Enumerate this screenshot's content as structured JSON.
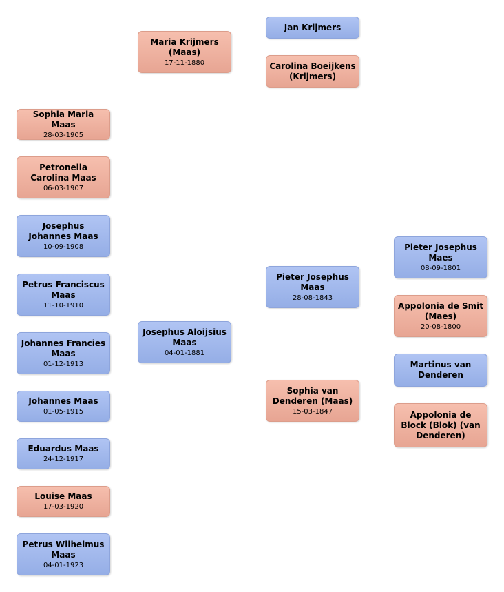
{
  "colors": {
    "male": "#a4baee",
    "female": "#f0b4a3",
    "background": "#ffffff"
  },
  "children": [
    {
      "name": "Sophia Maria Maas",
      "date": "28-03-1905",
      "gender": "female"
    },
    {
      "name": "Petronella Carolina Maas",
      "date": "06-03-1907",
      "gender": "female"
    },
    {
      "name": "Josephus Johannes Maas",
      "date": "10-09-1908",
      "gender": "male"
    },
    {
      "name": "Petrus Franciscus Maas",
      "date": "11-10-1910",
      "gender": "male"
    },
    {
      "name": "Johannes Francies Maas",
      "date": "01-12-1913",
      "gender": "male"
    },
    {
      "name": "Johannes Maas",
      "date": "01-05-1915",
      "gender": "male"
    },
    {
      "name": "Eduardus Maas",
      "date": "24-12-1917",
      "gender": "male"
    },
    {
      "name": "Louise Maas",
      "date": "17-03-1920",
      "gender": "female"
    },
    {
      "name": "Petrus Wilhelmus Maas",
      "date": "04-01-1923",
      "gender": "male"
    }
  ],
  "parents": [
    {
      "name": "Maria Krijmers (Maas)",
      "date": "17-11-1880",
      "gender": "female"
    },
    {
      "name": "Josephus Aloijsius Maas",
      "date": "04-01-1881",
      "gender": "male"
    }
  ],
  "grandparents": [
    {
      "name": "Jan Krijmers",
      "date": "",
      "gender": "male"
    },
    {
      "name": "Carolina Boeijkens (Krijmers)",
      "date": "",
      "gender": "female"
    },
    {
      "name": "Pieter Josephus Maas",
      "date": "28-08-1843",
      "gender": "male"
    },
    {
      "name": "Sophia van Denderen (Maas)",
      "date": "15-03-1847",
      "gender": "female"
    }
  ],
  "great_grandparents": [
    {
      "name": "Pieter Josephus Maes",
      "date": "08-09-1801",
      "gender": "male"
    },
    {
      "name": "Appolonia de Smit (Maes)",
      "date": "20-08-1800",
      "gender": "female"
    },
    {
      "name": "Martinus van Denderen",
      "date": "",
      "gender": "male"
    },
    {
      "name": "Appolonia de Block (Blok) (van Denderen)",
      "date": "",
      "gender": "female"
    }
  ]
}
